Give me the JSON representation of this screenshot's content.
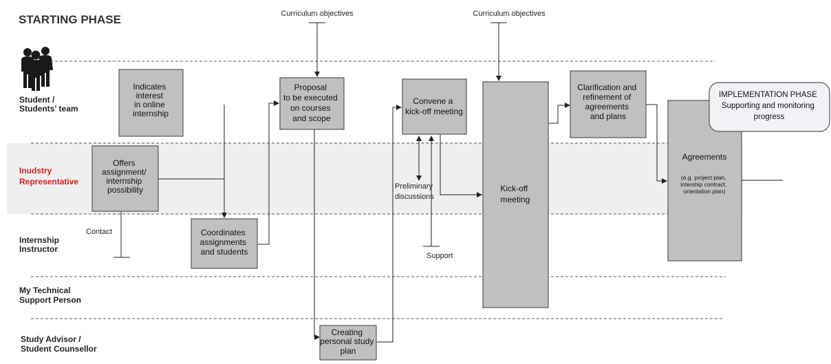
{
  "title": "STARTING PHASE",
  "lanes": [
    {
      "lines": [
        "Student /",
        "Students' team"
      ]
    },
    {
      "lines": [
        "Inudstry",
        "Representative"
      ]
    },
    {
      "lines": [
        "Internship",
        "Instructor"
      ]
    },
    {
      "lines": [
        "My Technical",
        "Support Person"
      ]
    },
    {
      "lines": [
        "Study Advisor /",
        "Student Counsellor"
      ]
    }
  ],
  "boxes": {
    "indicates": [
      "Indicates",
      "interest",
      "in online",
      "internship"
    ],
    "offers": [
      "Offers",
      "assignment/",
      "internship",
      "possibility"
    ],
    "coordinates": [
      "Coordinates",
      "assignments",
      "and students"
    ],
    "proposal": [
      "Proposal",
      "to be executed",
      "on courses",
      "and scope"
    ],
    "creating": [
      "Creating",
      "personal study",
      "plan"
    ],
    "convene": [
      "Convene a",
      "kick-off meeting"
    ],
    "kickoff": [
      "Kick-off",
      "meeting"
    ],
    "clarification": [
      "Clarification and",
      "refinement of",
      "agreements",
      "and plans"
    ],
    "agreements_title": "Agreements",
    "agreements_detail": [
      "(e.g. project plan,",
      "intership contract,",
      "orientation plan)"
    ]
  },
  "annotations": {
    "curriculum_1": "Curriculum objectives",
    "curriculum_2": "Curriculum objectives",
    "contact": "Contact",
    "preliminary": [
      "Preliminary",
      "discussions"
    ],
    "support": "Support"
  },
  "callout": [
    "IMPLEMENTATION PHASE",
    "Supporting and monitoring",
    "progress"
  ],
  "colors": {
    "box_fill": "#c0c0c0",
    "box_stroke": "#555555",
    "band_fill": "#efefef",
    "industry_red": "#d42020",
    "lane_divider": "#555555",
    "callout_fill": "#f2f3f7"
  },
  "icon": "people-icon"
}
